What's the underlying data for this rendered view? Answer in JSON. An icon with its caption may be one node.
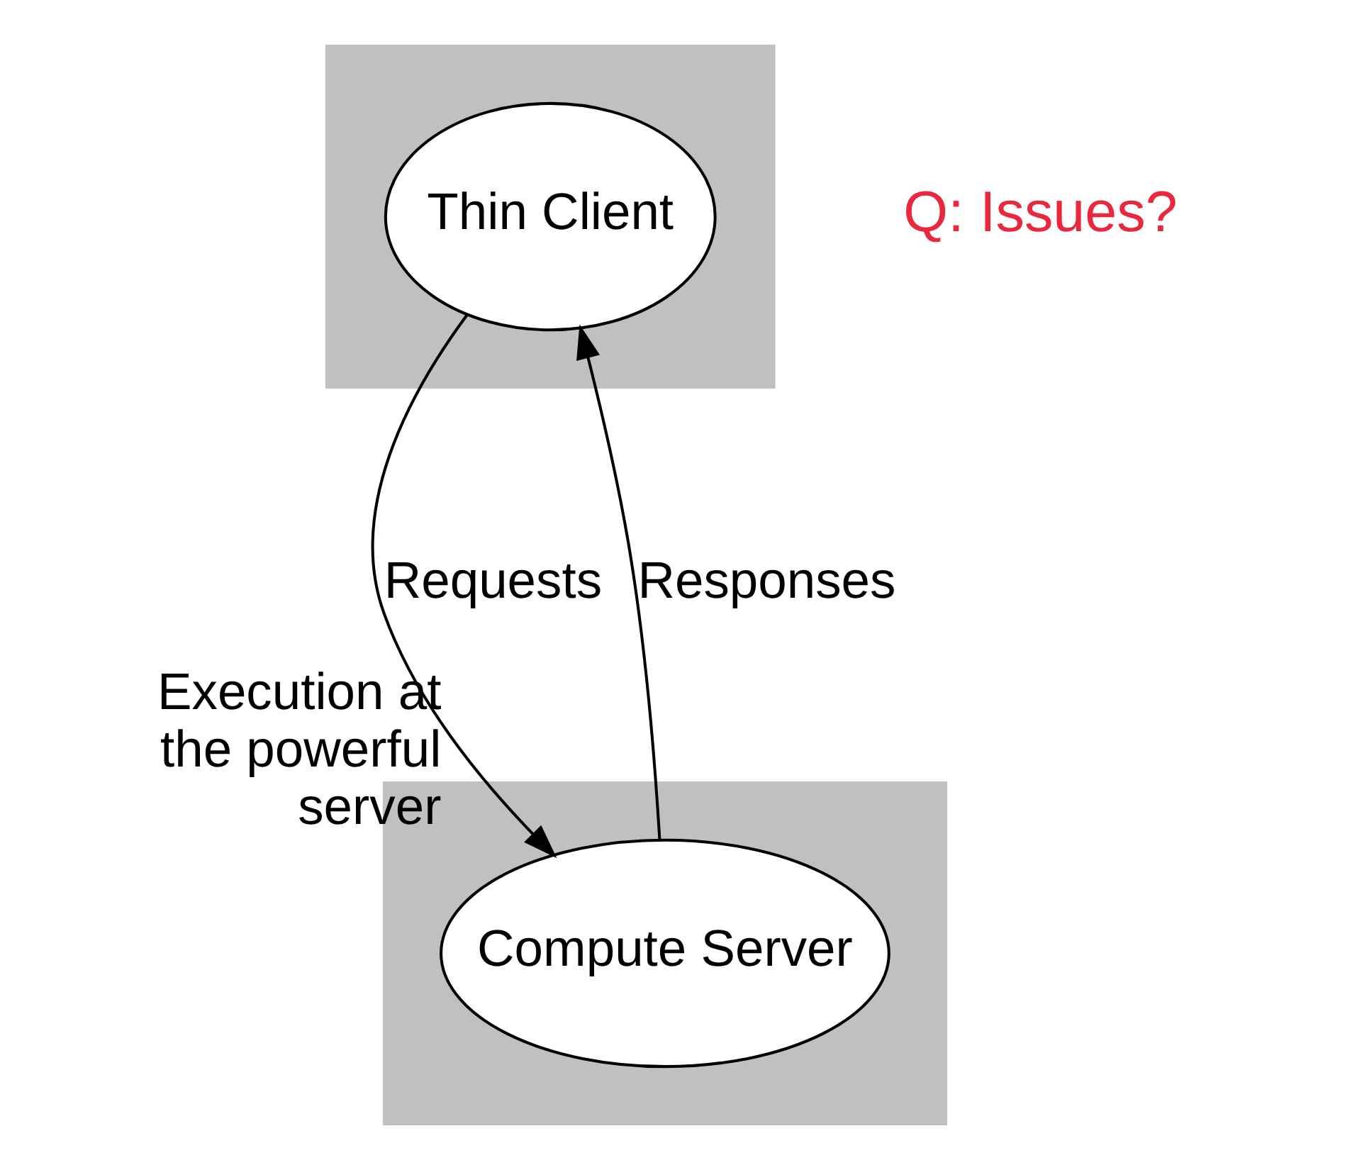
{
  "diagram": {
    "nodes": [
      {
        "text": [],
        "shape": "box"
      },
      {
        "text": [
          "Thin Client"
        ],
        "in": 0
      },
      {
        "text": [],
        "shape": "box"
      },
      {
        "text": [
          "Compute Server"
        ],
        "in": 2,
        "beside": [
          "Execution at the powerful server"
        ]
      }
    ],
    "edges": [
      {
        "from": 1,
        "to": 3,
        "arrow": "to",
        "label": "Requests"
      },
      {
        "from": 3,
        "to": 1,
        "arrow": "to",
        "label": "Responses"
      }
    ],
    "labels": [
      "Q: Issues?"
    ]
  }
}
